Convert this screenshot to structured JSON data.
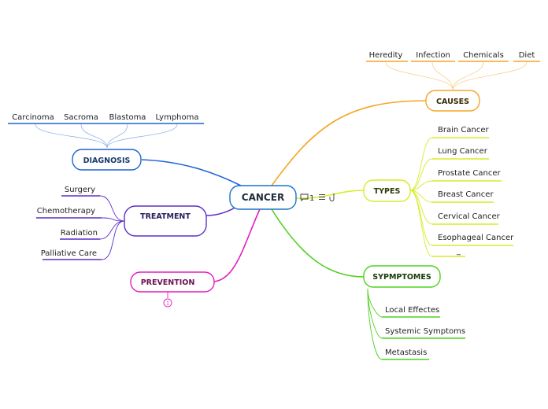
{
  "central": {
    "label": "CANCER",
    "comment_count": "1"
  },
  "colors": {
    "diagnosis": "#1e64d8",
    "treatment": "#5b2fc9",
    "prevention": "#e21fbf",
    "causes": "#f5a623",
    "types": "#d8ec2a",
    "symptoms": "#4fd21e",
    "central": "#1a73c9"
  },
  "branches": {
    "diagnosis": {
      "label": "DIAGNOSIS",
      "children": [
        "Carcinoma",
        "Sacroma",
        "Blastoma",
        "Lymphoma"
      ]
    },
    "treatment": {
      "label": "TREATMENT",
      "children": [
        "Surgery",
        "Chemotherapy",
        "Radiation",
        "Palliative Care"
      ]
    },
    "prevention": {
      "label": "PREVENTION",
      "collapsed_count": "1"
    },
    "causes": {
      "label": "CAUSES",
      "children": [
        "Heredity",
        "Infection",
        "Chemicals",
        "Diet"
      ]
    },
    "types": {
      "label": "TYPES",
      "children": [
        "Brain Cancer",
        "Lung Cancer",
        "Prostate Cancer",
        "Breast Cancer",
        "Cervical Cancer",
        "Esophageal Cancer",
        "_"
      ]
    },
    "symptoms": {
      "label": "SYPMPTOMES",
      "children": [
        "Local Effectes",
        "Systemic Symptoms",
        "Metastasis"
      ]
    }
  }
}
